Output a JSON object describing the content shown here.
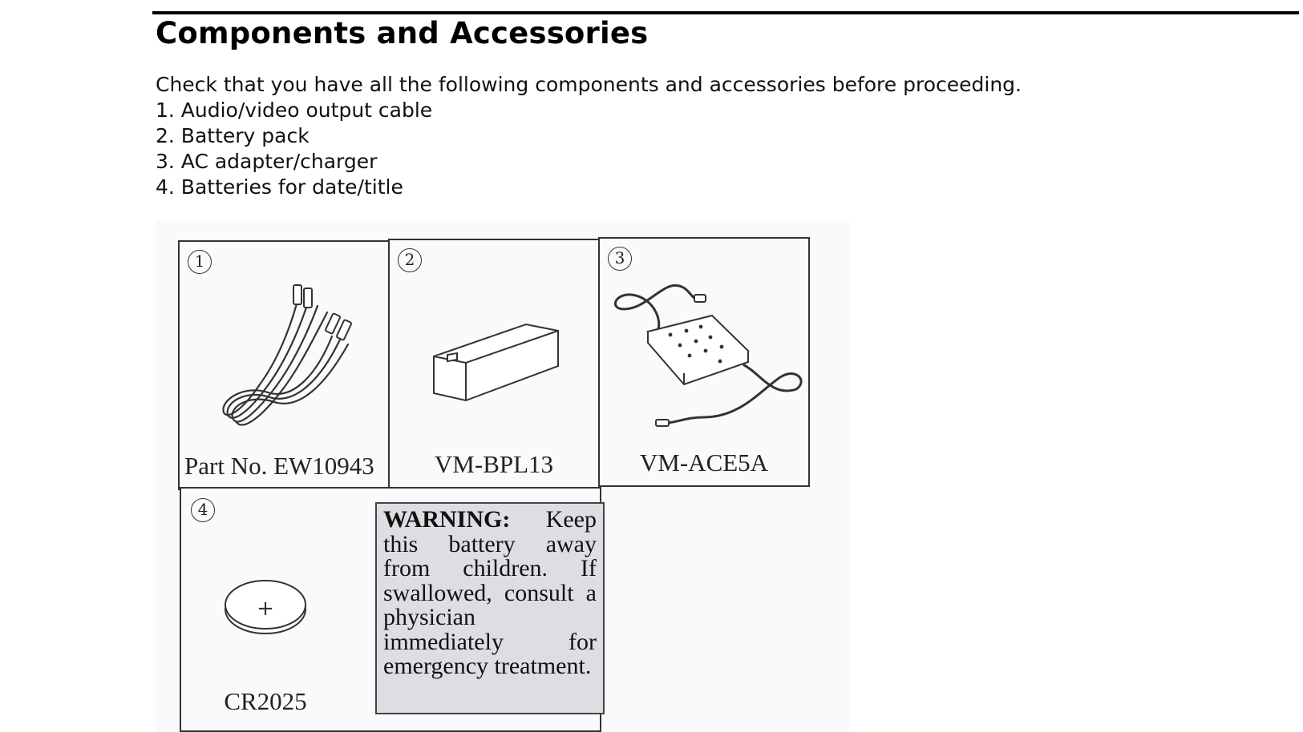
{
  "page": {
    "title": "Components and Accessories",
    "intro": "Check that you have all the following components and accessories before proceeding.",
    "items": [
      "1. Audio/video output cable",
      "2. Battery pack",
      "3. AC adapter/charger",
      "4. Batteries for date/title"
    ]
  },
  "figure": {
    "panels": [
      {
        "number": "1",
        "caption": "Part No. EW10943",
        "icon": "av-cable-icon"
      },
      {
        "number": "2",
        "caption": "VM-BPL13",
        "icon": "battery-pack-icon"
      },
      {
        "number": "3",
        "caption": "VM-ACE5A",
        "icon": "ac-adapter-icon"
      },
      {
        "number": "4",
        "caption": "CR2025",
        "icon": "coin-battery-icon",
        "coin_symbol": "+"
      }
    ],
    "warning": {
      "label": "WARNING:",
      "text": "Keep this battery away from children. If swallowed, consult a physician immediately for emergency treatment."
    }
  },
  "colors": {
    "text": "#111111",
    "rule": "#000000",
    "figure_background": "#fafafc",
    "warning_background": "#dcdee2"
  }
}
